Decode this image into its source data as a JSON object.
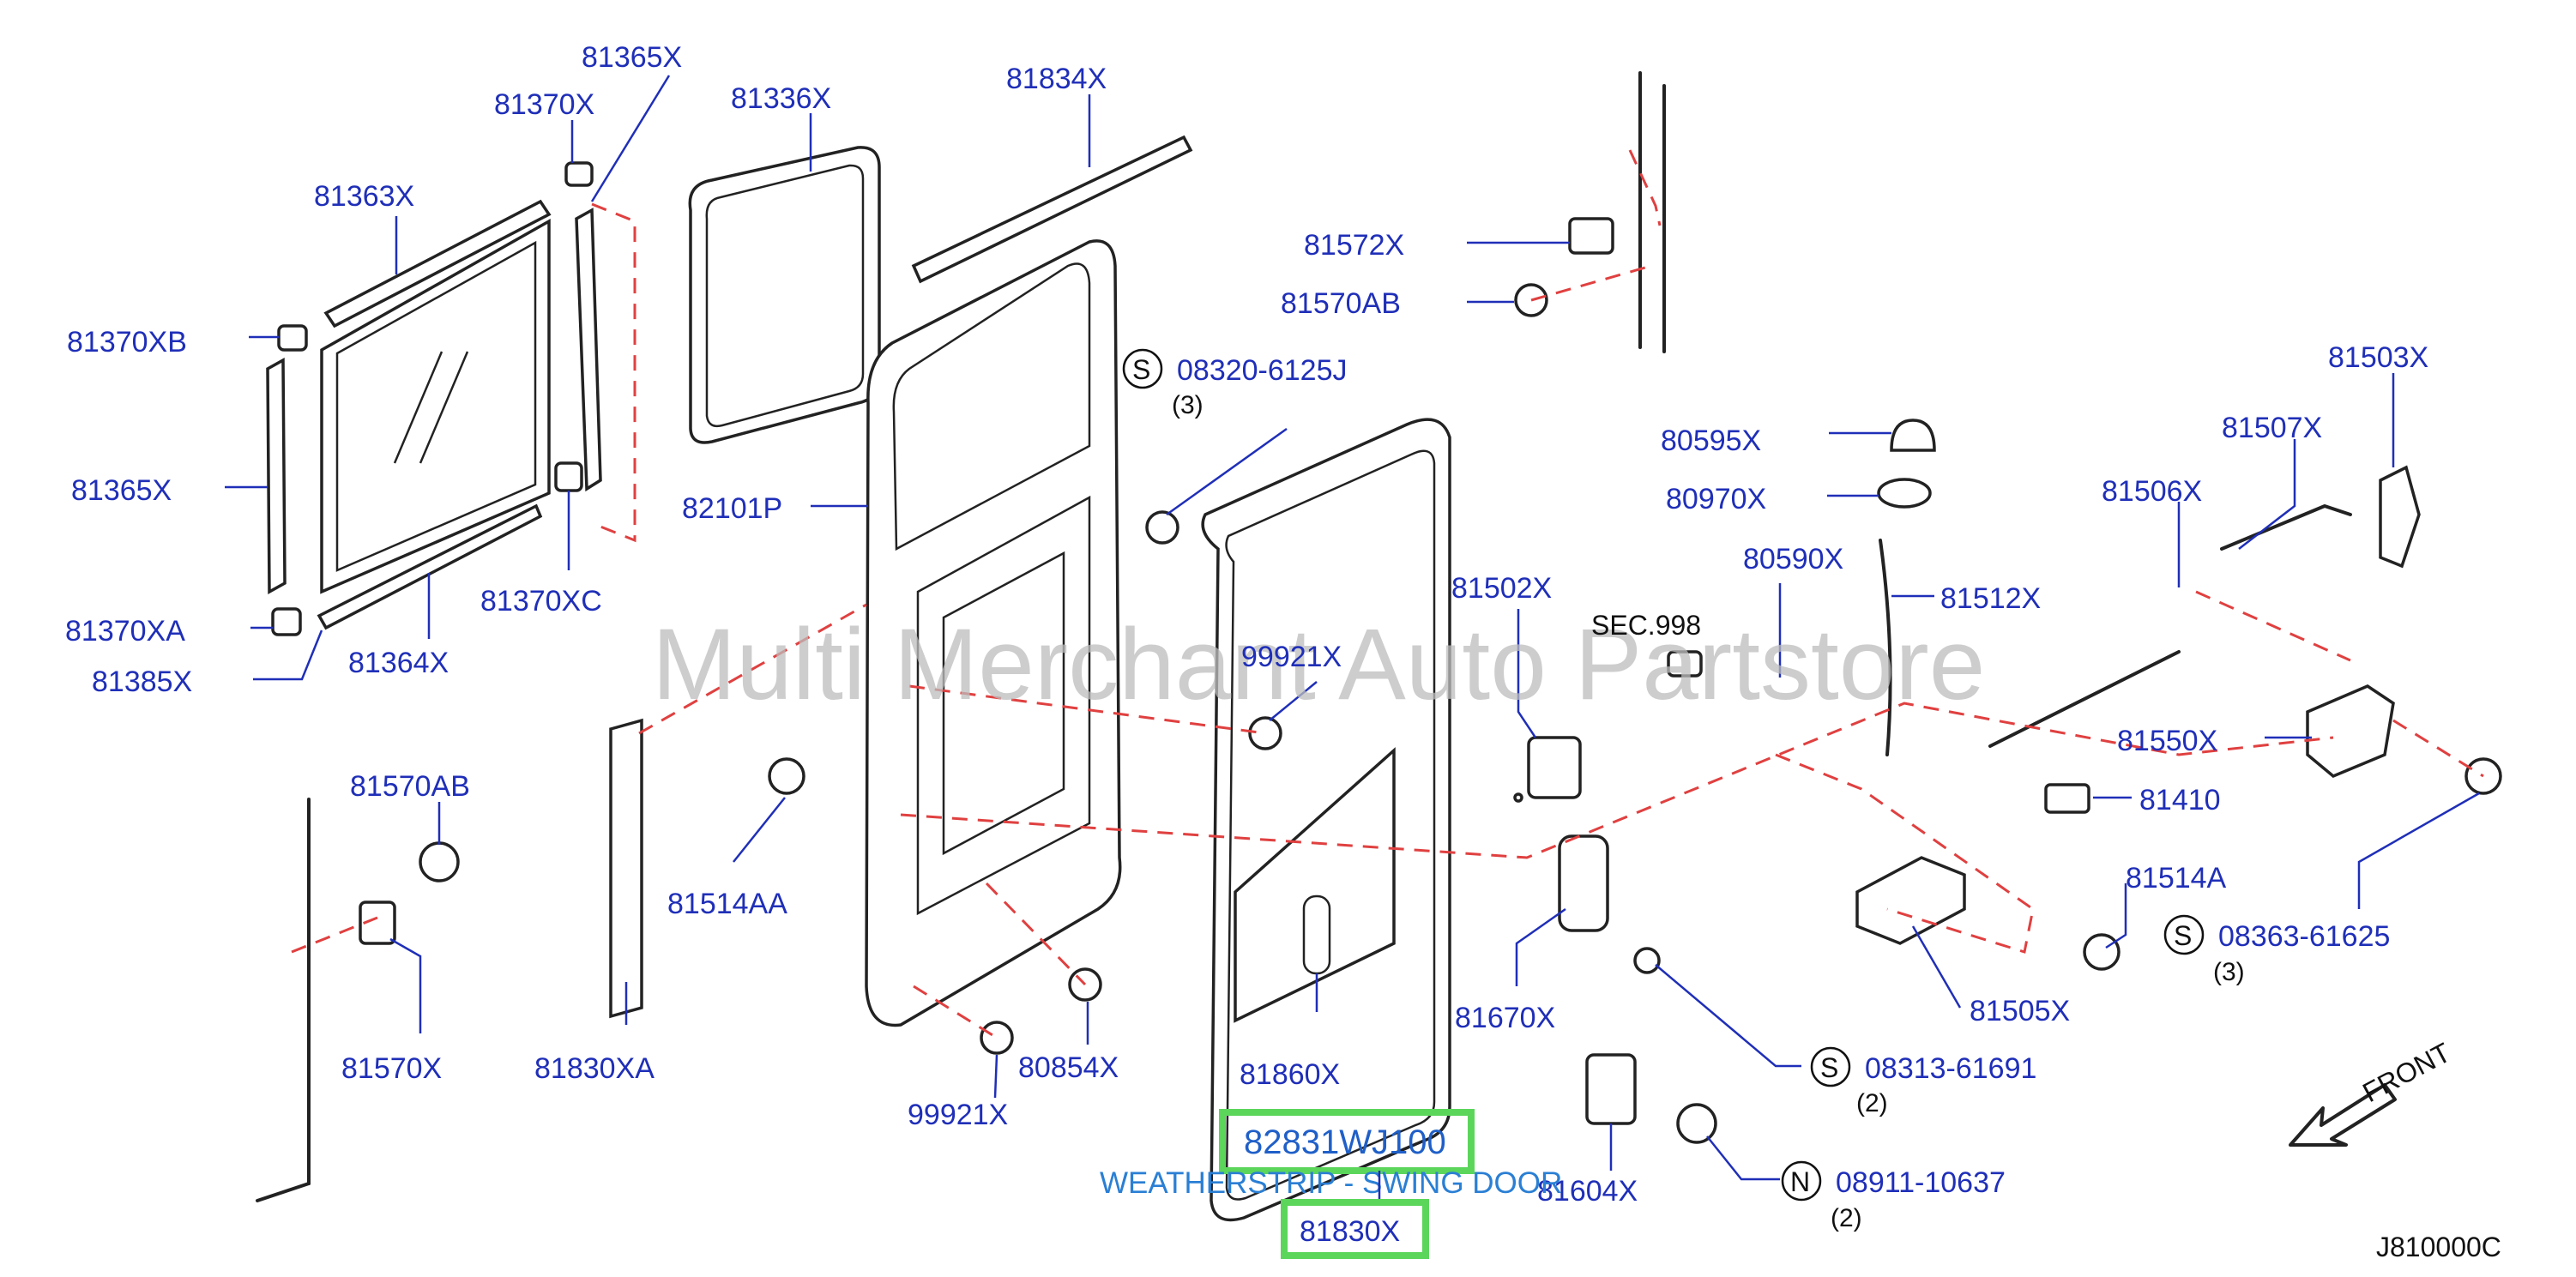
{
  "watermark": "Multi Merchant Auto Partstore",
  "diagram_code": "J810000C",
  "front_label": "FRONT",
  "sec_ref": "SEC.998",
  "highlight": {
    "part_number": "82831WJ100",
    "description": "WEATHERSTRIP - SWING DOOR",
    "ref_code": "81830X"
  },
  "labels": [
    "81365X",
    "81370X",
    "81336X",
    "81834X",
    "81363X",
    "81370XB",
    "81365X",
    "82101P",
    "81370XC",
    "81370XA",
    "81385X",
    "81364X",
    "81572X",
    "81570AB",
    "08320-6125J",
    "(3)",
    "81503X",
    "80595X",
    "81507X",
    "80970X",
    "81506X",
    "80590X",
    "81502X",
    "81512X",
    "99921X",
    "81550X",
    "81410",
    "81570AB",
    "81514AA",
    "81514A",
    "08363-61625",
    "(3)",
    "81505X",
    "81670X",
    "81570X",
    "81830XA",
    "80854X",
    "81860X",
    "08313-61691",
    "(2)",
    "99921X",
    "08911-10637",
    "(2)",
    "81604X"
  ],
  "symbols": [
    "S",
    "S",
    "S",
    "N"
  ]
}
